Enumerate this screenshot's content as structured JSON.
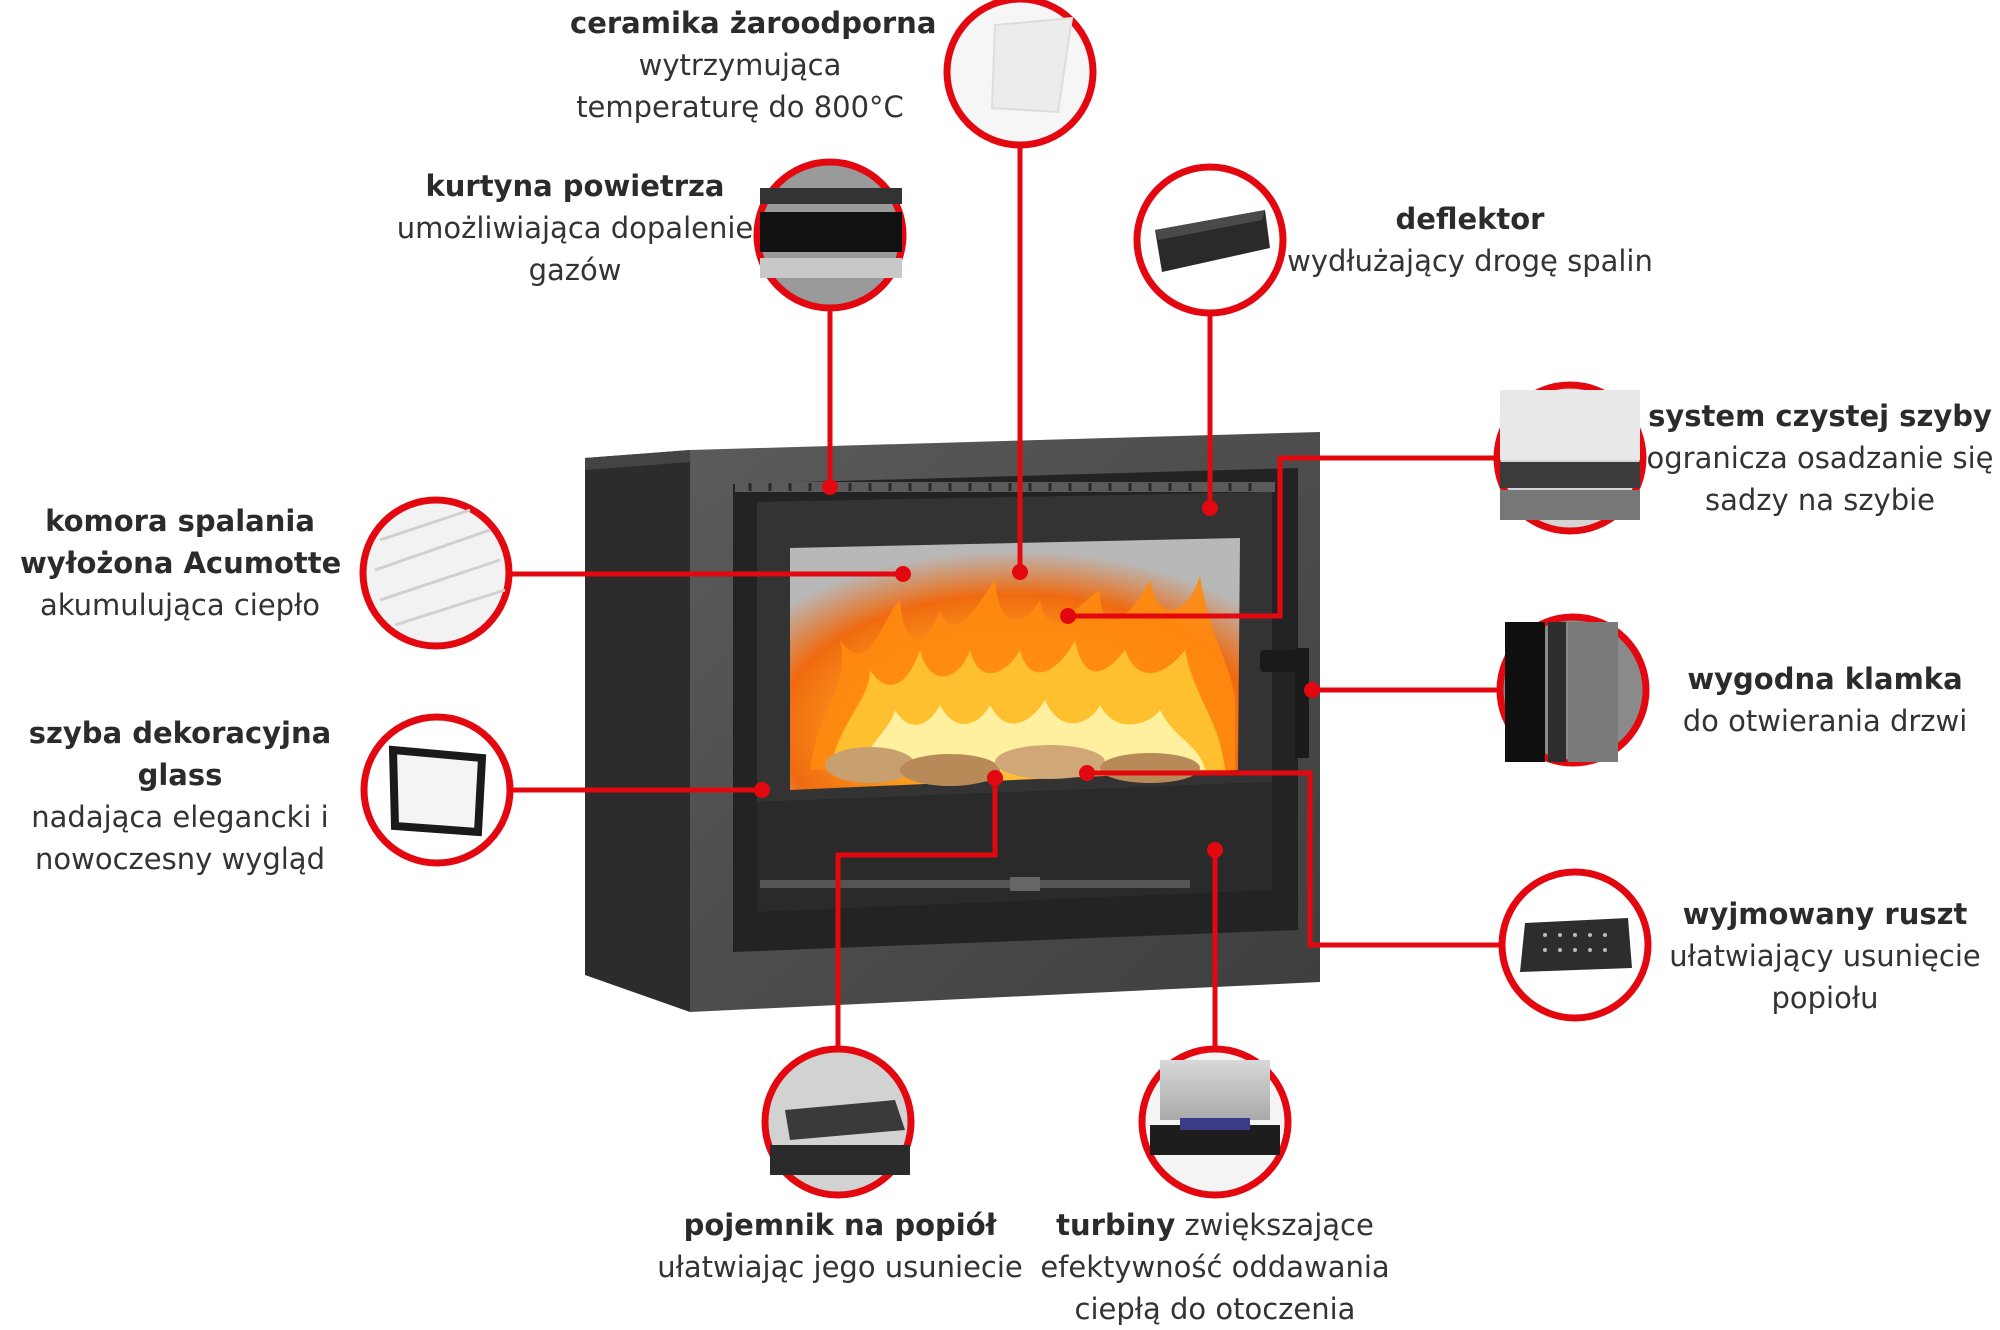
{
  "accent_color": "#e3080f",
  "callouts": {
    "ceramika": {
      "title": "ceramika żaroodporna",
      "lines": [
        "wytrzymująca",
        "temperaturę do 800°C"
      ],
      "icon": "ceramic-plate-icon"
    },
    "kurtyna": {
      "title": "kurtyna powietrza",
      "lines": [
        "umożliwiająca dopalenie",
        "gazów"
      ],
      "icon": "air-curtain-icon"
    },
    "deflektor": {
      "title": "deflektor",
      "lines": [
        "wydłużający drogę spalin"
      ],
      "icon": "deflector-icon"
    },
    "system": {
      "title": "system czystej szyby",
      "lines": [
        "ogranicza osadzanie się",
        "sadzy na szybie"
      ],
      "icon": "clean-glass-icon"
    },
    "komora": {
      "title": "komora spalania",
      "title2": "wyłożona Acumotte",
      "lines": [
        "akumulująca ciepło"
      ],
      "icon": "acumotte-lining-icon"
    },
    "szyba": {
      "title": "szyba dekoracyjna",
      "title2": "glass",
      "lines": [
        "nadająca elegancki i",
        "nowoczesny wygląd"
      ],
      "icon": "glass-pane-icon"
    },
    "klamka": {
      "title": "wygodna klamka",
      "lines": [
        "do otwierania drzwi"
      ],
      "icon": "door-handle-icon"
    },
    "ruszt": {
      "title": "wyjmowany ruszt",
      "lines": [
        "ułatwiający usunięcie",
        "popiołu"
      ],
      "icon": "grate-icon"
    },
    "pojemnik": {
      "title": "pojemnik na popiół",
      "lines": [
        "ułatwiając jego usuniecie"
      ],
      "icon": "ash-pan-icon"
    },
    "turbiny": {
      "title": "turbiny",
      "title_rest": " zwiększające",
      "lines": [
        "efektywność oddawania",
        "ciepłą do otoczenia"
      ],
      "icon": "turbine-icon"
    }
  }
}
